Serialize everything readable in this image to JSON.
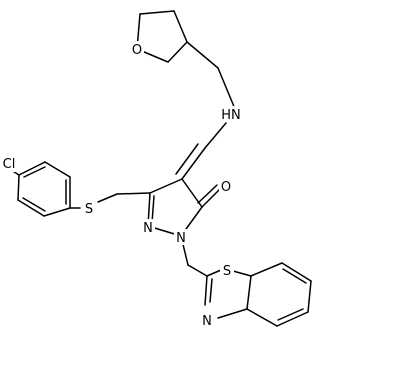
{
  "molecule": {
    "atoms": {
      "O_thf": "O",
      "NH_amine": "HN",
      "Cl": "Cl",
      "S_thioether": "S",
      "O_carbonyl": "O",
      "N_ring": "N",
      "N_pyrazole": "N",
      "S_thiazole": "S",
      "N_thiazole": "N"
    }
  }
}
